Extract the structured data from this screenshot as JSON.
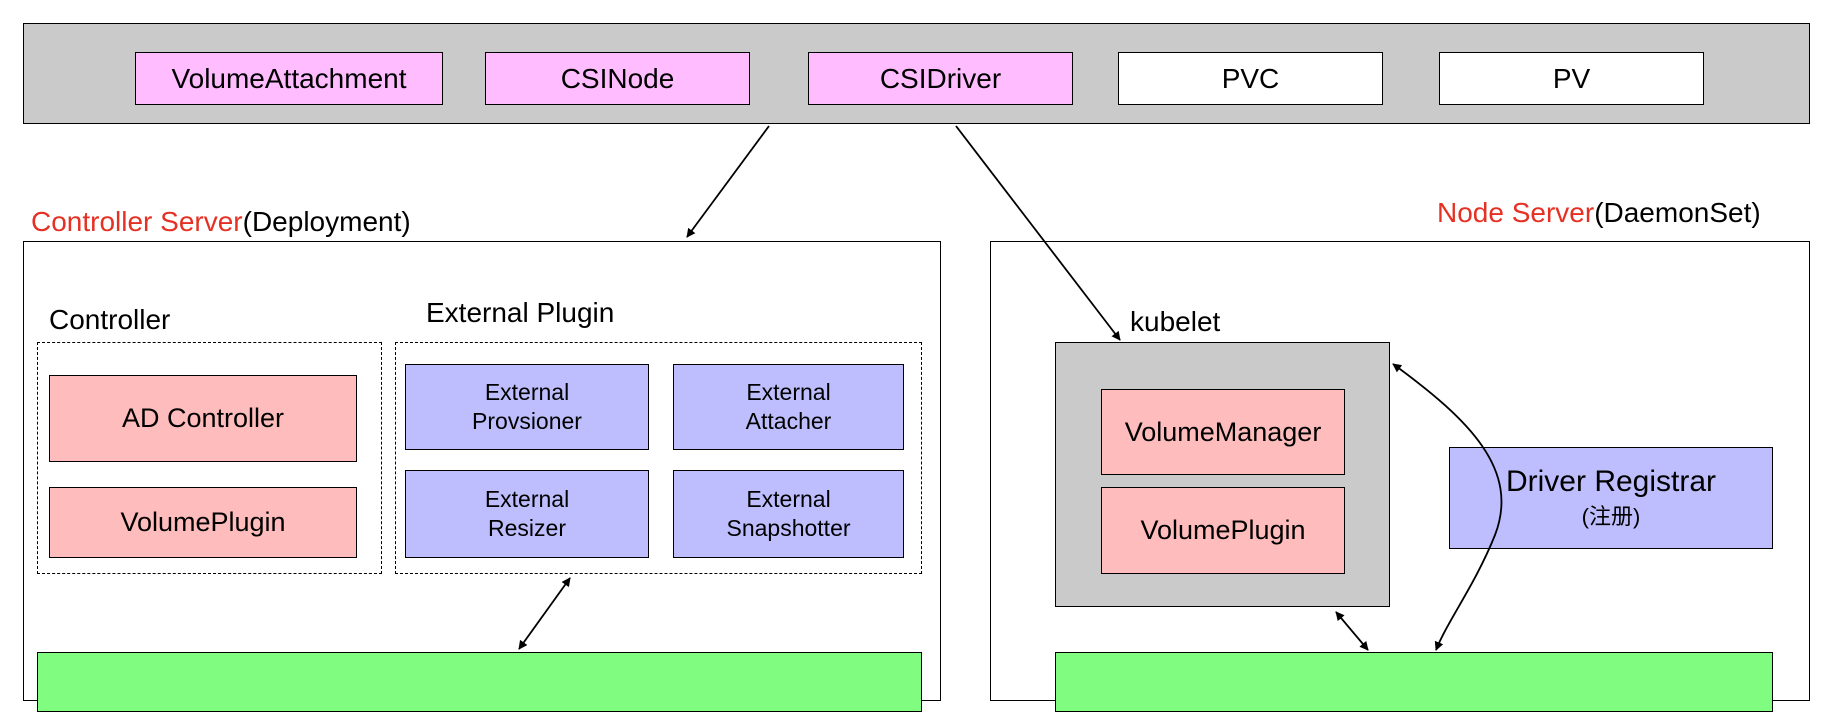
{
  "top_bar": {
    "volume_attachment": "VolumeAttachment",
    "csi_node": "CSINode",
    "csi_driver": "CSIDriver",
    "pvc": "PVC",
    "pv": "PV"
  },
  "controller_server": {
    "title": "Controller Server",
    "title_suffix": "(Deployment)",
    "controller_group": {
      "label": "Controller",
      "ad_controller": "AD Controller",
      "volume_plugin": "VolumePlugin"
    },
    "external_plugin_group": {
      "label": "External Plugin",
      "provisioner_line1": "External",
      "provisioner_line2": "Provsioner",
      "attacher_line1": "External",
      "attacher_line2": "Attacher",
      "resizer_line1": "External",
      "resizer_line2": "Resizer",
      "snapshotter_line1": "External",
      "snapshotter_line2": "Snapshotter"
    }
  },
  "node_server": {
    "title": "Node Server",
    "title_suffix": "(DaemonSet)",
    "kubelet": {
      "label": "kubelet",
      "volume_manager": "VolumeManager",
      "volume_plugin": "VolumePlugin"
    },
    "driver_registrar": {
      "label": "Driver Registrar",
      "sublabel": "(注册)"
    }
  },
  "colors": {
    "accent_text": "#e53124",
    "k8s_object": "#ffbcff",
    "builtin_component": "#ffbcbc",
    "external_component": "#bebeff",
    "container": "#cacaca",
    "driver_bar": "#80fc80"
  }
}
